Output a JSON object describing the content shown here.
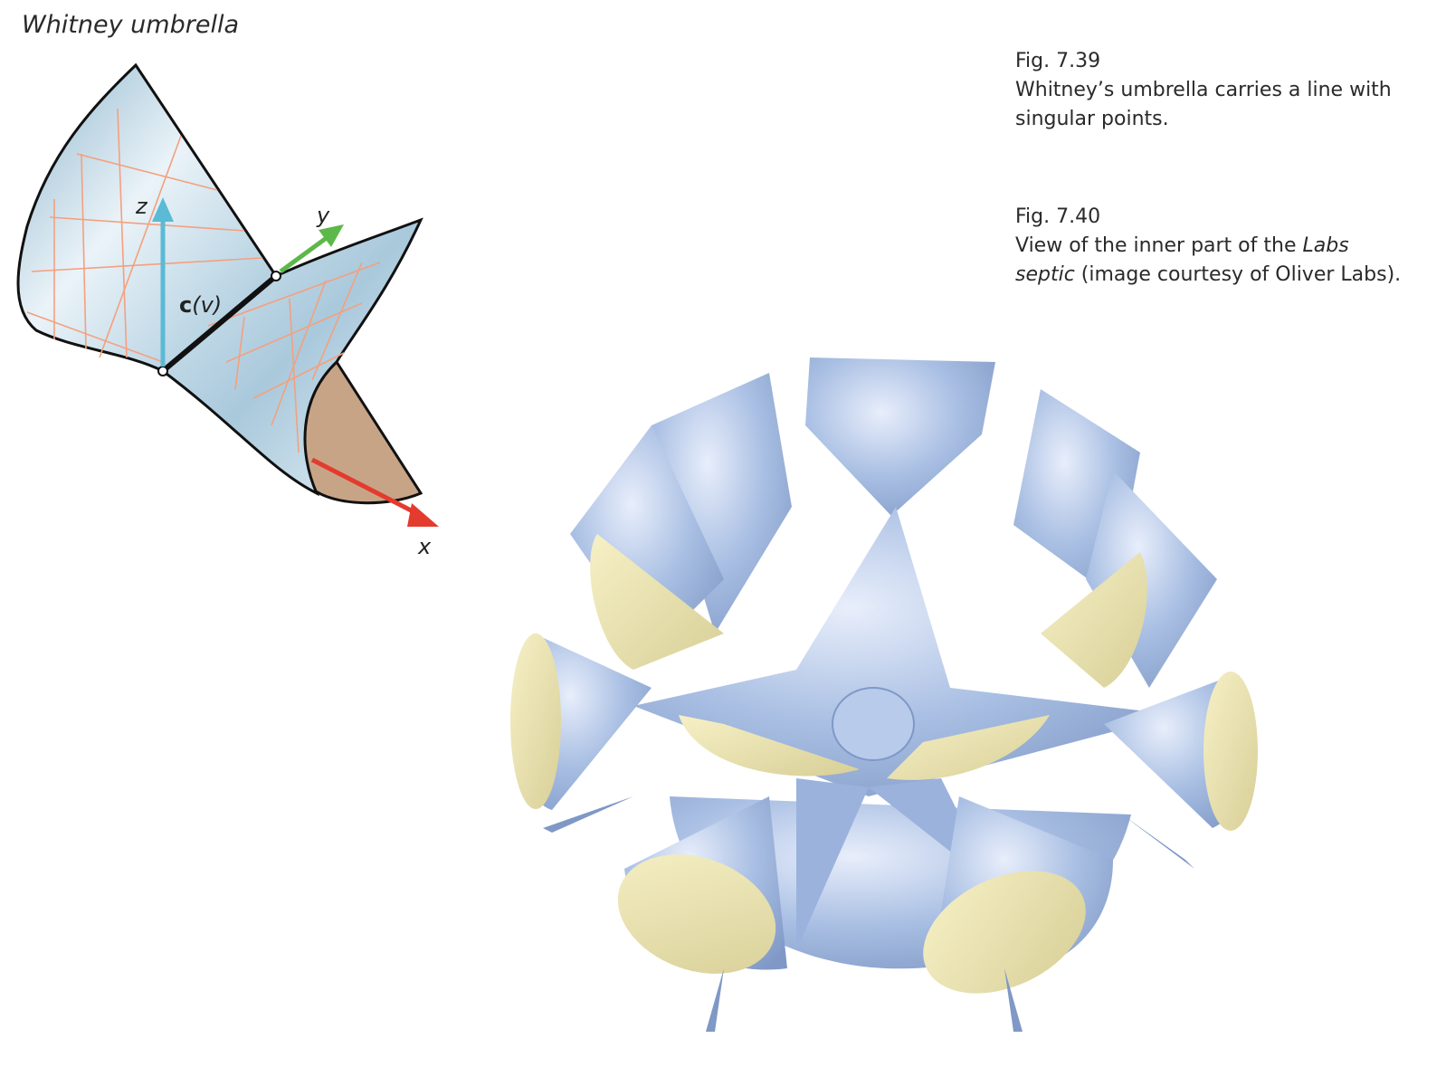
{
  "figure_left": {
    "title": "Whitney umbrella",
    "axis_labels": {
      "z": "z",
      "y": "y",
      "x": "x"
    },
    "curve_label_bold": "c",
    "curve_label_rest": "(v)",
    "colors": {
      "surface": "#bcd6e4",
      "grid": "#f4a07e",
      "inner": "#c8a487",
      "z_axis": "#5bbad5",
      "y_axis": "#5cb848",
      "x_axis": "#e33b2e"
    }
  },
  "caption_1": {
    "number": "Fig. 7.39",
    "line1": "Whitney’s umbrella carries a line with",
    "line2": "singular points."
  },
  "caption_2": {
    "number": "Fig. 7.40",
    "line1_start": "View of the inner part of the ",
    "line1_italic": "Labs",
    "line2_italic": "septic",
    "line2_rest": " (image courtesy of Oliver Labs)."
  },
  "figure_right": {
    "colors": {
      "cone_outer": "#a9bfe3",
      "cone_inner": "#efe7b2",
      "shade": "#8aa3cf"
    }
  }
}
